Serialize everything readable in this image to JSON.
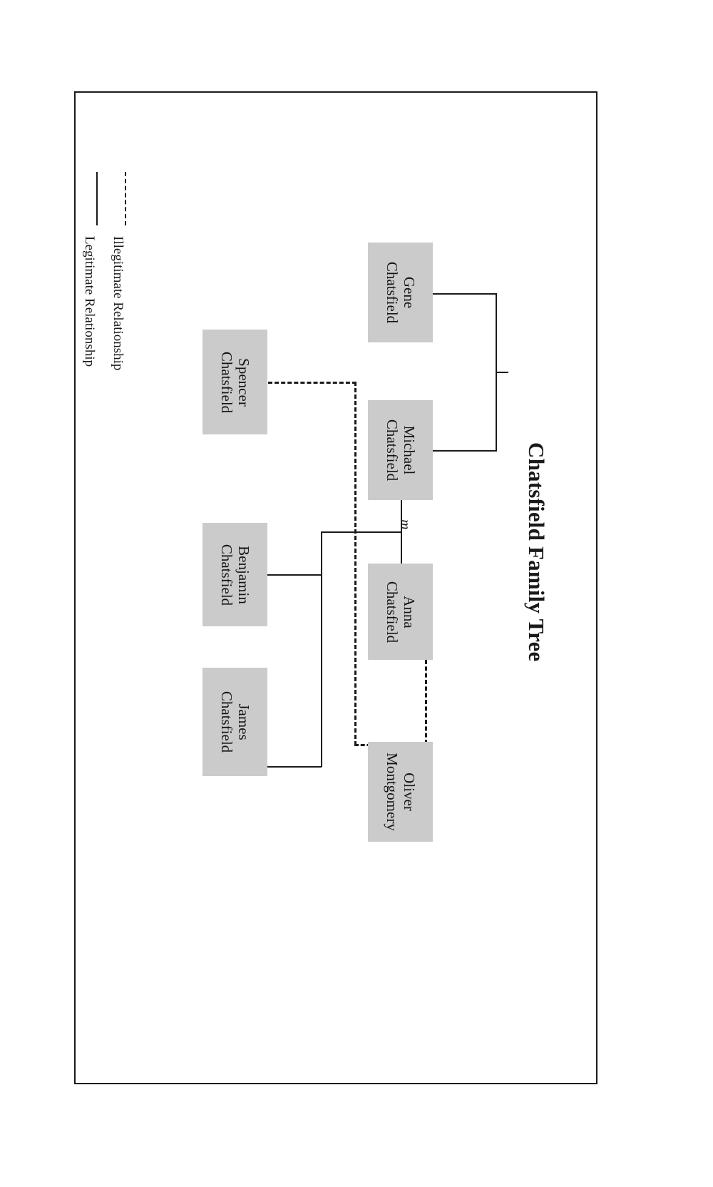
{
  "document": {
    "title": "Chatsfield Family Tree",
    "orientation": "rotated-90-clockwise",
    "background_color": "#ffffff",
    "frame_color": "#1a1a1a",
    "node_fill_color": "#cbcbcb",
    "line_color": "#1a1a1a"
  },
  "legend": {
    "items": [
      {
        "style": "dashed",
        "label": "Illegitimate Relationship"
      },
      {
        "style": "solid",
        "label": "Legitimate Relationship"
      }
    ]
  },
  "chart_data": {
    "type": "diagram",
    "subtype": "family-tree",
    "title": "Chatsfield Family Tree",
    "nodes": [
      {
        "id": "gene",
        "name_line1": "Gene",
        "name_line2": "Chatsfield"
      },
      {
        "id": "michael",
        "name_line1": "Michael",
        "name_line2": "Chatsfield"
      },
      {
        "id": "spencer",
        "name_line1": "Spencer",
        "name_line2": "Chatsfield"
      },
      {
        "id": "benjamin",
        "name_line1": "Benjamin",
        "name_line2": "Chatsfield"
      },
      {
        "id": "james",
        "name_line1": "James",
        "name_line2": "Chatsfield"
      },
      {
        "id": "anna",
        "name_line1": "Anna",
        "name_line2": "Chatsfield"
      },
      {
        "id": "oliver",
        "name_line1": "Oliver",
        "name_line2": "Montgomery"
      }
    ],
    "edges": [
      {
        "from": "gene",
        "to": "michael",
        "relation": "sibling",
        "style": "solid"
      },
      {
        "from": "michael",
        "to": "anna",
        "relation": "marriage",
        "style": "solid",
        "marker": "m"
      },
      {
        "from": "michael",
        "to": "benjamin",
        "relation": "child",
        "style": "solid"
      },
      {
        "from": "michael",
        "to": "james",
        "relation": "child",
        "style": "solid"
      },
      {
        "from": "anna",
        "to": "oliver",
        "relation": "illegitimate",
        "style": "dashed"
      },
      {
        "from": "oliver",
        "to": "spencer",
        "relation": "illegitimate",
        "style": "dashed"
      }
    ],
    "markers": {
      "marriage": "m"
    }
  }
}
